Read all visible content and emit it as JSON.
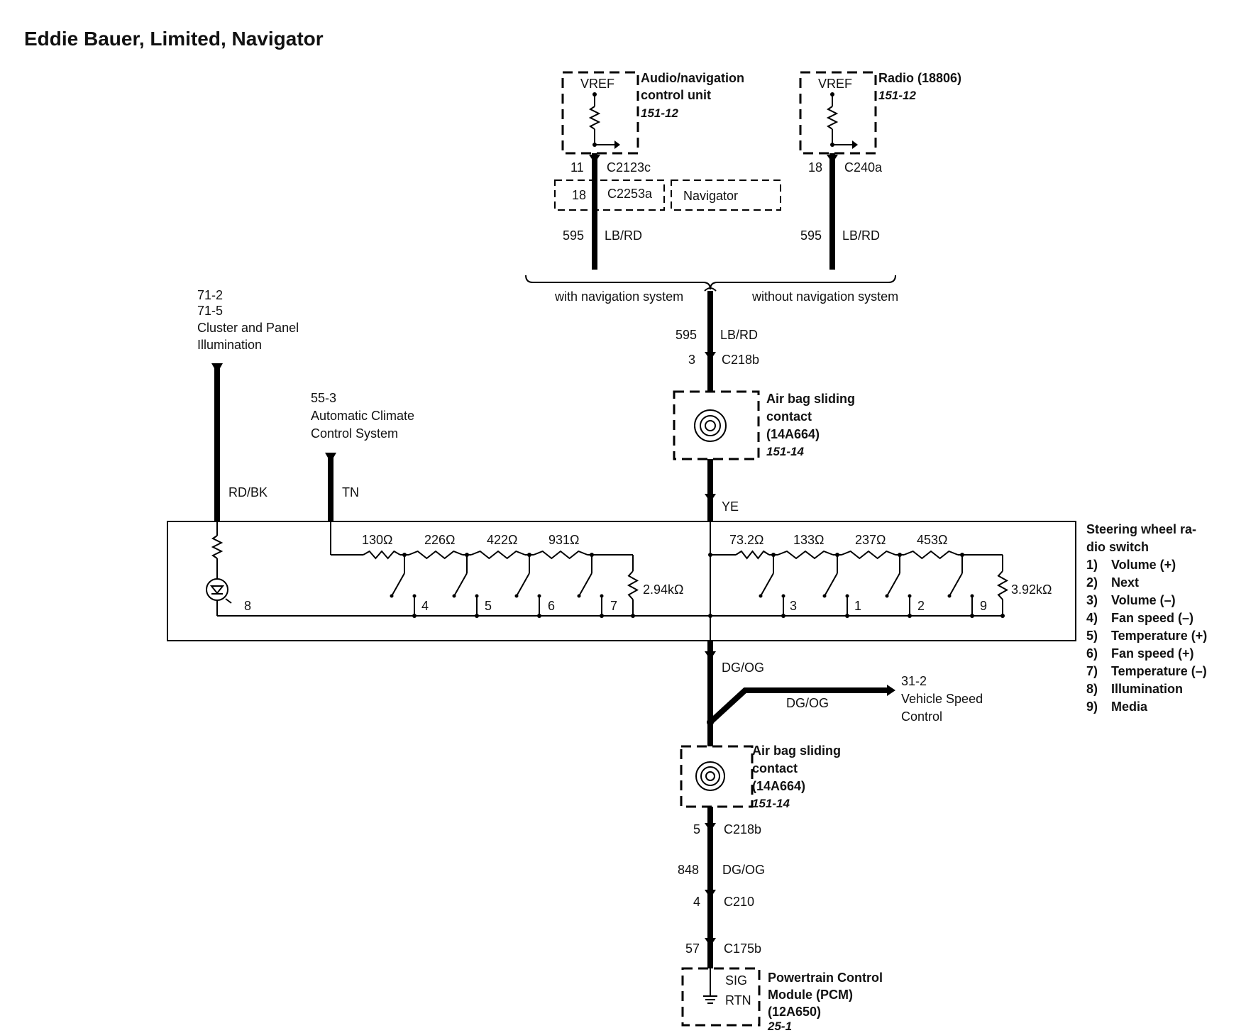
{
  "title": "Eddie Bauer, Limited, Navigator",
  "audio_nav_unit": {
    "vref": "VREF",
    "name_line1": "Audio/navigation",
    "name_line2": "control unit",
    "ref": "151-12",
    "pin": "11",
    "connector": "C2123c",
    "alt_pin": "18",
    "alt_connector": "C2253a",
    "alt_label": "Navigator",
    "circuit": "595",
    "color": "LB/RD"
  },
  "radio": {
    "vref": "VREF",
    "name": "Radio (18806)",
    "ref": "151-12",
    "pin": "18",
    "connector": "C240a",
    "circuit": "595",
    "color": "LB/RD"
  },
  "branch": {
    "with": "with navigation system",
    "without": "without navigation system"
  },
  "upper_wire": {
    "circuit": "595",
    "color": "LB/RD",
    "pin": "3",
    "connector": "C218b"
  },
  "airbag_upper": {
    "line1": "Air bag sliding",
    "line2": "contact",
    "line3": "(14A664)",
    "ref": "151-14",
    "out_color": "YE"
  },
  "cluster_ref": {
    "ref1": "71-2",
    "ref2": "71-5",
    "line1": "Cluster and Panel",
    "line2": "Illumination",
    "color": "RD/BK"
  },
  "climate_ref": {
    "ref": "55-3",
    "line1": "Automatic Climate",
    "line2": "Control System",
    "color": "TN"
  },
  "switch_left": {
    "resistors": [
      "130Ω",
      "226Ω",
      "422Ω",
      "931Ω"
    ],
    "end_resistor": "2.94kΩ",
    "switch_numbers": [
      "4",
      "5",
      "6",
      "7"
    ],
    "lamp_number": "8"
  },
  "switch_right": {
    "resistors": [
      "73.2Ω",
      "133Ω",
      "237Ω",
      "453Ω"
    ],
    "end_resistor": "3.92kΩ",
    "switch_numbers": [
      "3",
      "1",
      "2",
      "9"
    ]
  },
  "legend": {
    "title_line1": "Steering wheel ra-",
    "title_line2": "dio switch",
    "items": [
      {
        "num": "1)",
        "label": "Volume (+)"
      },
      {
        "num": "2)",
        "label": "Next"
      },
      {
        "num": "3)",
        "label": "Volume (–)"
      },
      {
        "num": "4)",
        "label": "Fan speed (–)"
      },
      {
        "num": "5)",
        "label": "Temperature (+)"
      },
      {
        "num": "6)",
        "label": "Fan speed (+)"
      },
      {
        "num": "7)",
        "label": "Temperature (–)"
      },
      {
        "num": "8)",
        "label": "Illumination"
      },
      {
        "num": "9)",
        "label": "Media"
      }
    ]
  },
  "lower_wire": {
    "color": "DG/OG"
  },
  "speed_control": {
    "ref": "31-2",
    "line1": "Vehicle Speed",
    "line2": "Control",
    "color": "DG/OG"
  },
  "airbag_lower": {
    "line1": "Air bag sliding",
    "line2": "contact",
    "line3": "(14A664)",
    "ref": "151-14"
  },
  "pcm_wire": {
    "pin1": "5",
    "conn1": "C218b",
    "circuit": "848",
    "color": "DG/OG",
    "pin2": "4",
    "conn2": "C210",
    "pin3": "57",
    "conn3": "C175b"
  },
  "pcm": {
    "sig": "SIG",
    "rtn": "RTN",
    "line1": "Powertrain Control",
    "line2": "Module (PCM)",
    "line3": "(12A650)",
    "ref": "25-1"
  }
}
